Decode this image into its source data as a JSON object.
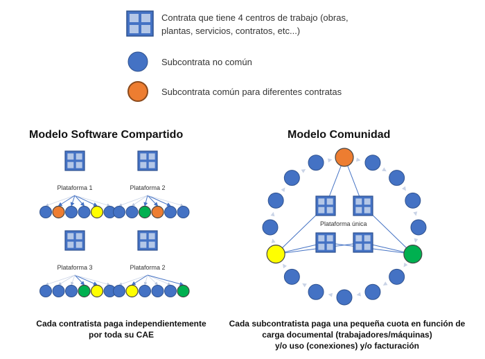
{
  "legend": {
    "contrata_text_1": "Contrata que tiene 4 centros de trabajo (obras,",
    "contrata_text_2": "plantas, servicios, contratos, etc...)",
    "no_comun_text": "Subcontrata no común",
    "comun_text": "Subcontrata común para diferentes contratas"
  },
  "left_model": {
    "title": "Modelo Software Compartido",
    "platforms": [
      "Plataforma 1",
      "Plataforma 2",
      "Plataforma 3",
      "Plataforma 2"
    ],
    "caption_1": "Cada contratista paga independientemente",
    "caption_2": "por toda su CAE"
  },
  "right_model": {
    "title": "Modelo Comunidad",
    "platform_label": "Plataforma única",
    "caption_1": "Cada subcontratista paga una pequeña cuota en función de",
    "caption_2": "carga documental (trabajadores/máquinas)",
    "caption_3": "y/o uso (conexiones) y/o facturación"
  },
  "colors": {
    "blue": "#4472C4",
    "orange": "#ED7D31",
    "yellow": "#FFFF00",
    "green": "#00B050",
    "building_fill": "#4472C4",
    "window_fill": "#B4C7E7"
  }
}
